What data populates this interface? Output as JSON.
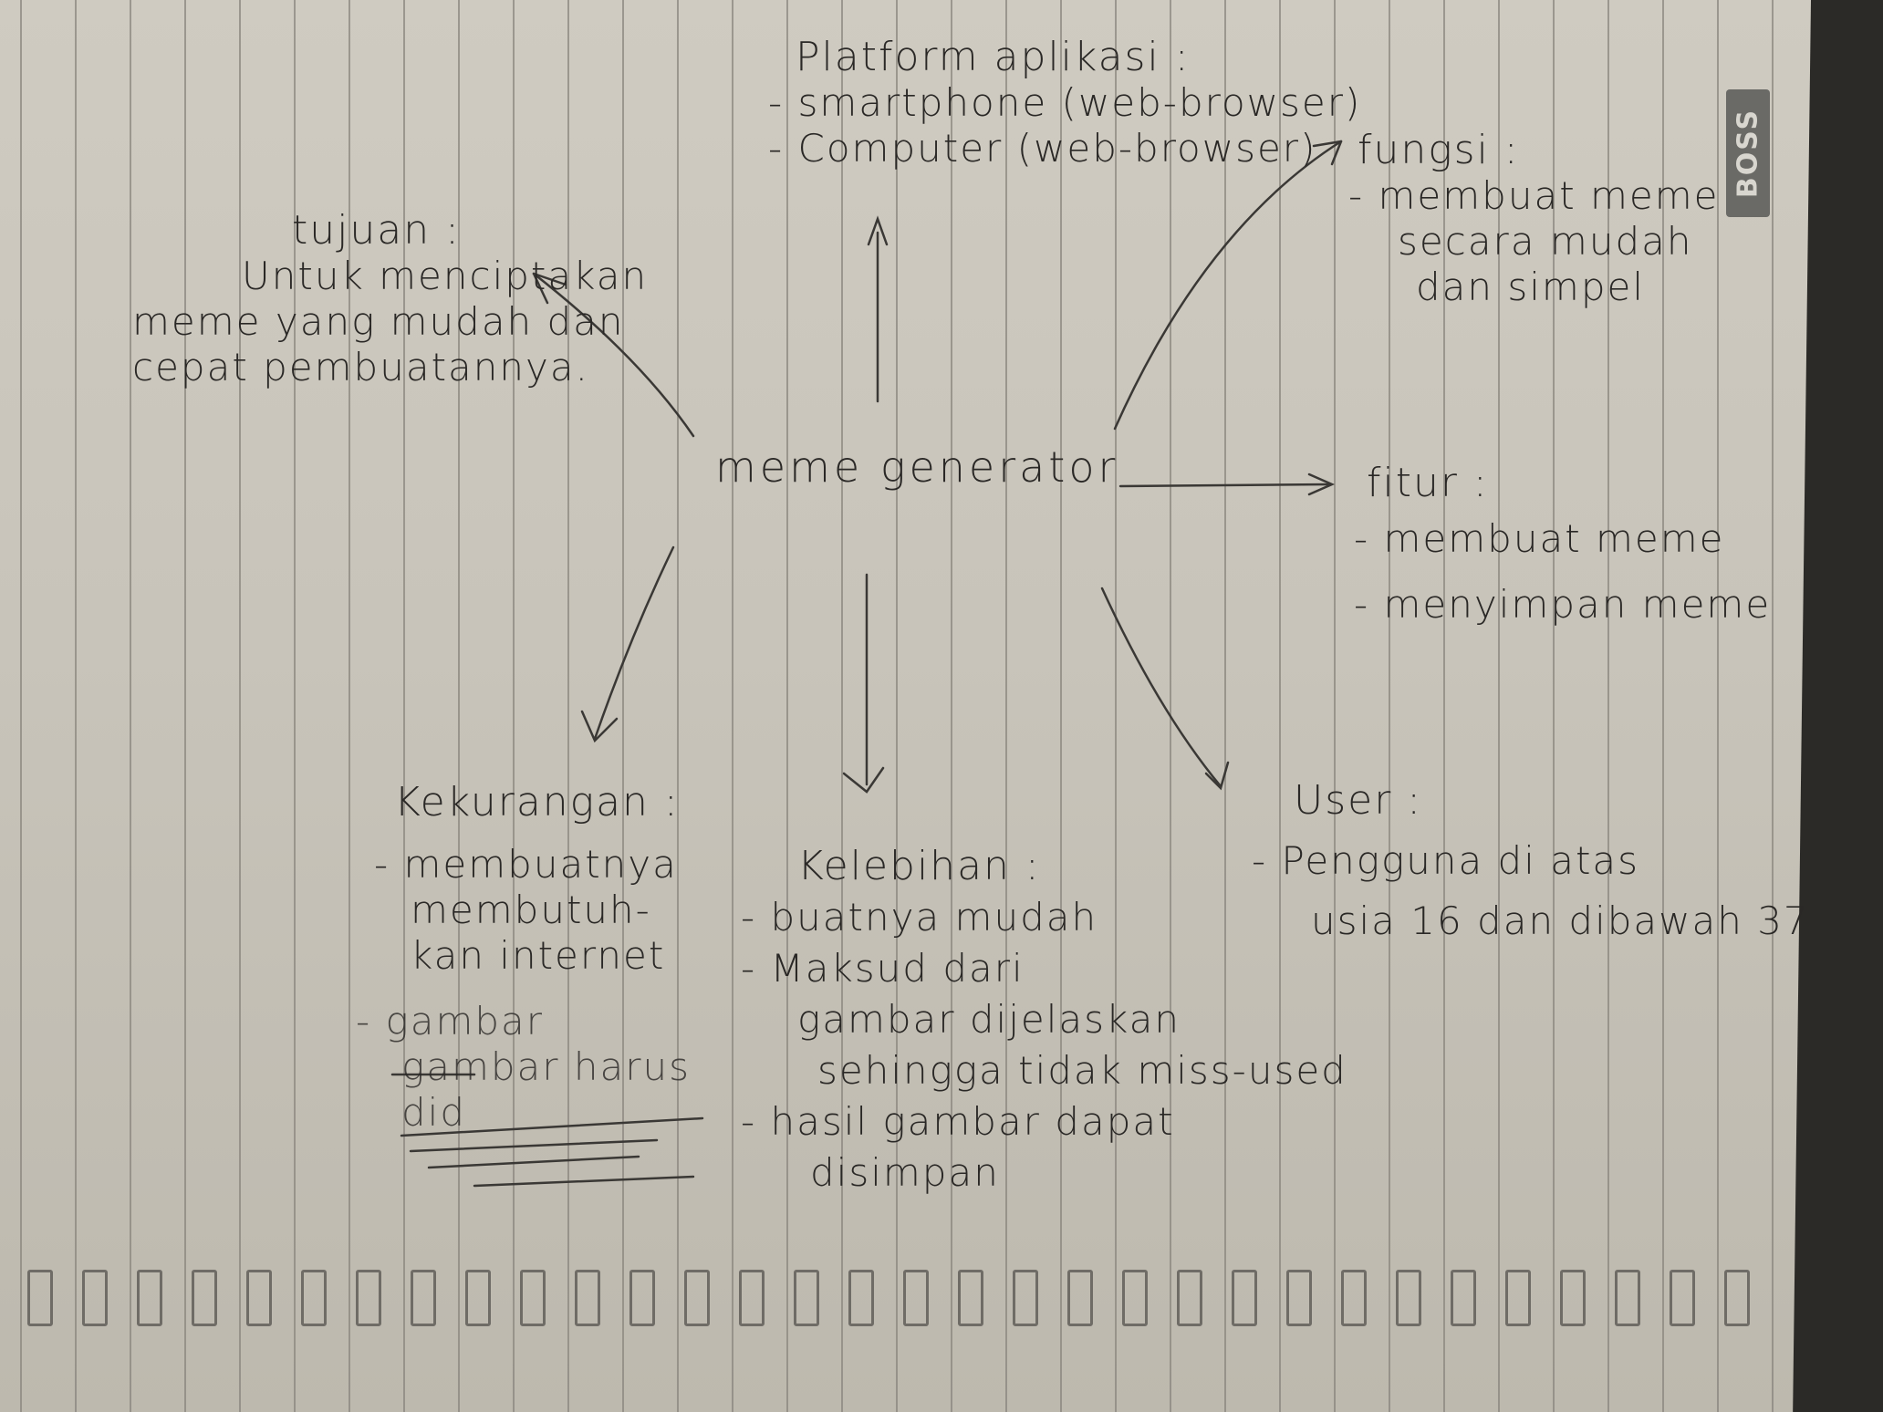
{
  "center": "meme generator",
  "brand": "BOSS",
  "nodes": {
    "platform": {
      "title": "Platform aplikasi :",
      "items": [
        "- smartphone (web-browser)",
        "- Computer (web-browser)"
      ]
    },
    "tujuan": {
      "title": "tujuan :",
      "lines": [
        "Untuk menciptakan",
        "meme yang mudah dan",
        "cepat pembuatannya."
      ]
    },
    "fungsi": {
      "title": "fungsi :",
      "lines": [
        "- membuat meme",
        "secara mudah",
        "dan simpel"
      ]
    },
    "fitur": {
      "title": "fitur :",
      "items": [
        "- membuat meme",
        "- menyimpan meme"
      ]
    },
    "kekurangan": {
      "title": "Kekurangan :",
      "lines": [
        "- membuatnya",
        "membutuh-",
        "kan internet"
      ],
      "struck": [
        "- gambar",
        "gambar harus",
        "did"
      ]
    },
    "kelebihan": {
      "title": "Kelebihan :",
      "lines": [
        "- buatnya mudah",
        "- Maksud dari",
        "gambar dijelaskan",
        "sehingga tidak miss-used",
        "- hasil gambar dapat",
        "disimpan"
      ]
    },
    "user": {
      "title": "User :",
      "lines": [
        "- Pengguna di atas",
        "usia 16 dan dibawah 37"
      ]
    }
  }
}
